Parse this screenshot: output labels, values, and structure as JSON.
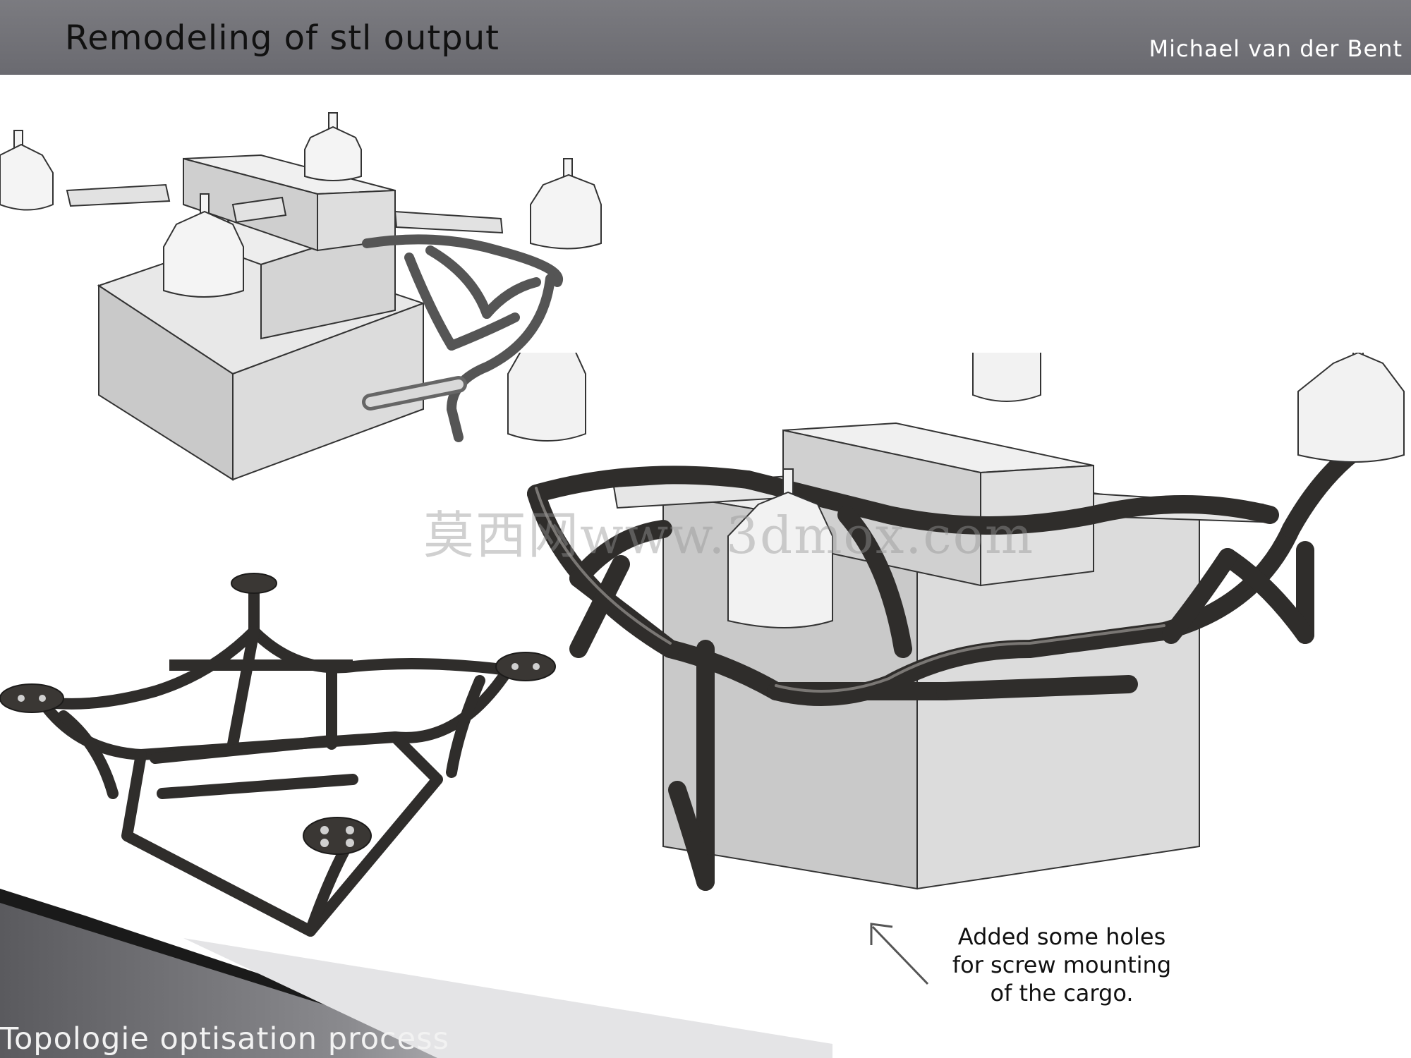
{
  "header": {
    "title": "Remodeling of stl output",
    "author": "Michael van der Bent"
  },
  "watermark": "莫西网www.3dmox.com",
  "annotation": {
    "lines": [
      "Added some holes",
      "for screw mounting",
      "of the cargo."
    ]
  },
  "footer": {
    "title": "Topologie optisation process"
  },
  "colors": {
    "header_bar": "#6f6f75",
    "frame_dark": "#2f2d2b",
    "block_gray": "#d9d9d9",
    "motor_white": "#f2f2f2"
  }
}
